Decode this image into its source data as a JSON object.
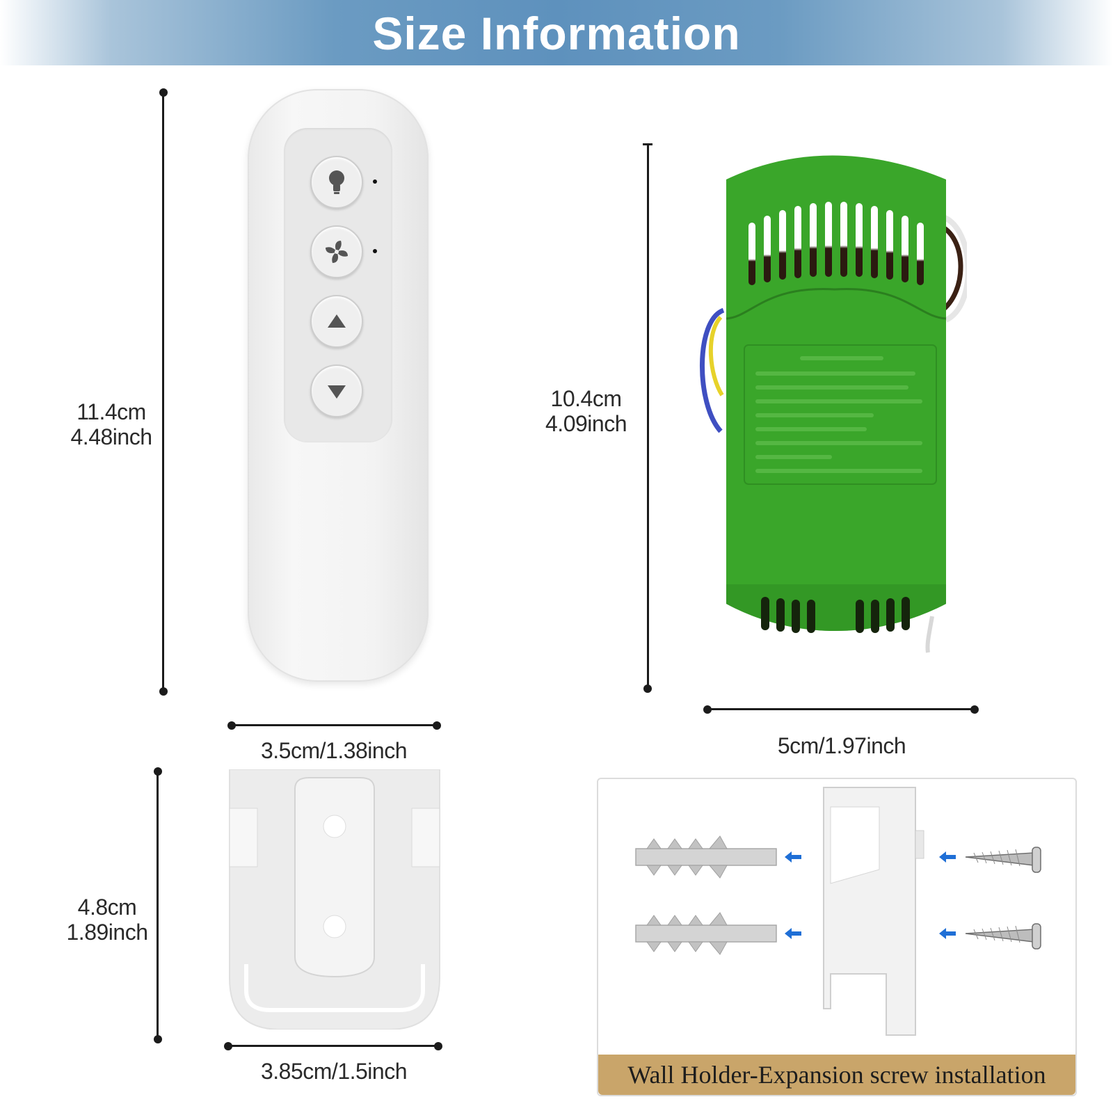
{
  "header": {
    "title": "Size Information"
  },
  "remote": {
    "height_cm": "11.4cm",
    "height_inch": "4.48inch",
    "width": "3.5cm/1.38inch",
    "buttons": [
      "light-bulb-icon",
      "fan-icon",
      "arrow-up-icon",
      "arrow-down-icon"
    ]
  },
  "receiver": {
    "height_cm": "10.4cm",
    "height_inch": "4.09inch",
    "width": "5cm/1.97inch",
    "body_color": "#3aa62a"
  },
  "holder": {
    "height_cm": "4.8cm",
    "height_inch": "1.89inch",
    "width": "3.85cm/1.5inch"
  },
  "installation": {
    "caption": "Wall Holder-Expansion screw installation",
    "caption_color": "#c9a56a",
    "arrow_color": "#1f6fd6"
  }
}
